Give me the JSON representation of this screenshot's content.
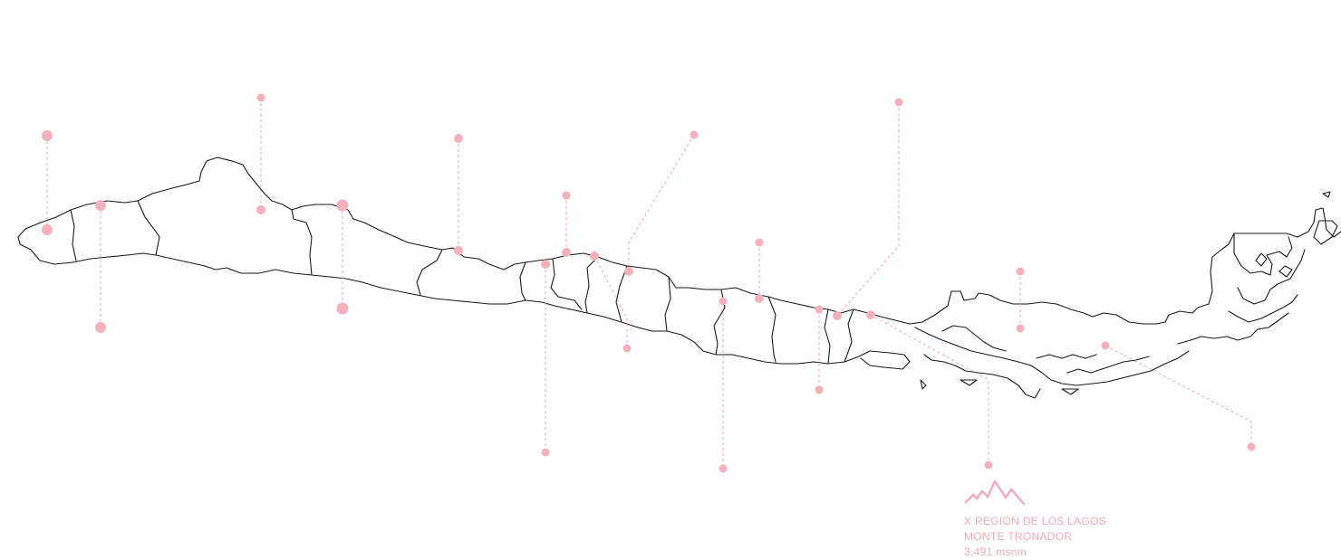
{
  "colors": {
    "marker": "#f4b0bb",
    "leader": "#f2a5b3",
    "outline": "#1a1a1a",
    "label": "#f4a9b6",
    "background": "#ffffff"
  },
  "icons": {
    "tooltip_icon": "mountain-icon"
  },
  "tooltip": {
    "region": "X REGIÓN DE LOS LAGOS",
    "peak": "MONTE TRONADOR",
    "altitude": "3.491 msnm"
  }
}
